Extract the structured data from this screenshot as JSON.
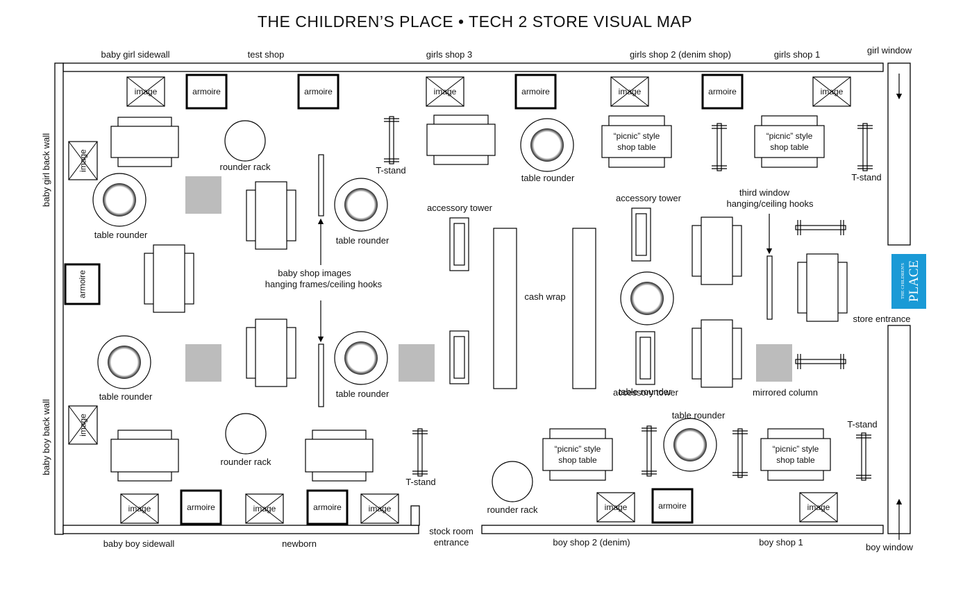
{
  "title": "THE CHILDREN’S PLACE • TECH 2 STORE VISUAL MAP",
  "wall_labels": {
    "baby_girl_sidewall": "baby girl sidewall",
    "test_shop": "test shop",
    "girls_shop_3": "girls shop 3",
    "girls_shop_2": "girls shop 2 (denim shop)",
    "girls_shop_1": "girls shop 1",
    "girl_window": "girl window",
    "baby_girl_back_wall": "baby girl back wall",
    "baby_boy_back_wall": "baby boy back wall",
    "baby_boy_sidewall": "baby boy sidewall",
    "newborn": "newborn",
    "stock_room_line1": "stock room",
    "stock_room_line2": "entrance",
    "boy_shop_2": "boy shop 2 (denim)",
    "boy_shop_1": "boy shop 1",
    "boy_window": "boy window",
    "store_entrance": "store entrance"
  },
  "fixture_labels": {
    "image": "image",
    "armoire": "armoire",
    "rounder_rack": "rounder rack",
    "table_rounder": "table rounder",
    "t_stand": "T-stand",
    "accessory_tower": "accessory tower",
    "cash_wrap": "cash wrap",
    "picnic_line1": "“picnic” style",
    "picnic_line2": "shop table",
    "mirrored_column": "mirrored column",
    "baby_hooks_line1": "baby shop images",
    "baby_hooks_line2": "hanging frames/ceiling hooks",
    "third_window_line1": "third window",
    "third_window_line2": "hanging/ceiling hooks"
  },
  "logo": {
    "line1": "THE CHILDREN'S",
    "line2": "PLACE",
    "color": "#1a9ad6"
  },
  "colors": {
    "column": "#bcbcbc",
    "line": "#000000"
  }
}
